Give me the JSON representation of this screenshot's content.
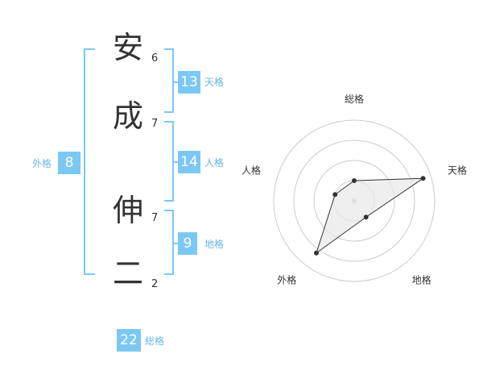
{
  "name": {
    "chars": [
      {
        "char": "安",
        "strokes": "6"
      },
      {
        "char": "成",
        "strokes": "7"
      },
      {
        "char": "伸",
        "strokes": "7"
      },
      {
        "char": "二",
        "strokes": "2"
      }
    ]
  },
  "kaku": {
    "tenkaku": {
      "value": "13",
      "label": "天格"
    },
    "jinkaku": {
      "value": "14",
      "label": "人格"
    },
    "chikaku": {
      "value": "9",
      "label": "地格"
    },
    "gaikaku": {
      "value": "8",
      "label": "外格"
    },
    "soukaku": {
      "value": "22",
      "label": "総格"
    }
  },
  "radar": {
    "axes": [
      "総格",
      "天格",
      "地格",
      "外格",
      "人格"
    ],
    "levels": 4,
    "values": [
      0.25,
      0.9,
      0.25,
      0.8,
      0.25
    ],
    "colors": {
      "fill": "#e8e8e8",
      "line": "#333333",
      "ring": "#cccccc",
      "center": "#cccccc"
    }
  },
  "colors": {
    "accent": "#7cc8f5",
    "accent_text": "#6ab6e4",
    "char": "#333333"
  }
}
